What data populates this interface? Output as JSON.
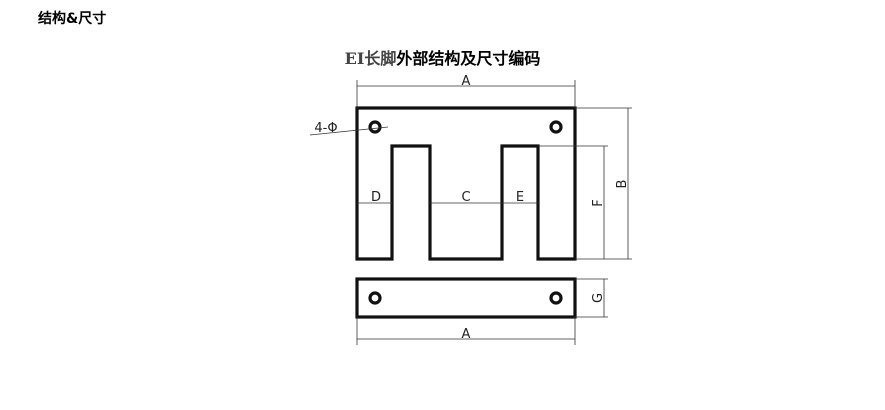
{
  "section_heading": "结构&尺寸",
  "title": {
    "prefix": "EI长脚",
    "rest": "外部结构及尺寸编码"
  },
  "labels": {
    "a_top": "A",
    "a_bottom": "A",
    "b": "B",
    "c": "C",
    "d": "D",
    "e": "E",
    "f": "F",
    "g": "G",
    "holes": "4-Φ"
  }
}
